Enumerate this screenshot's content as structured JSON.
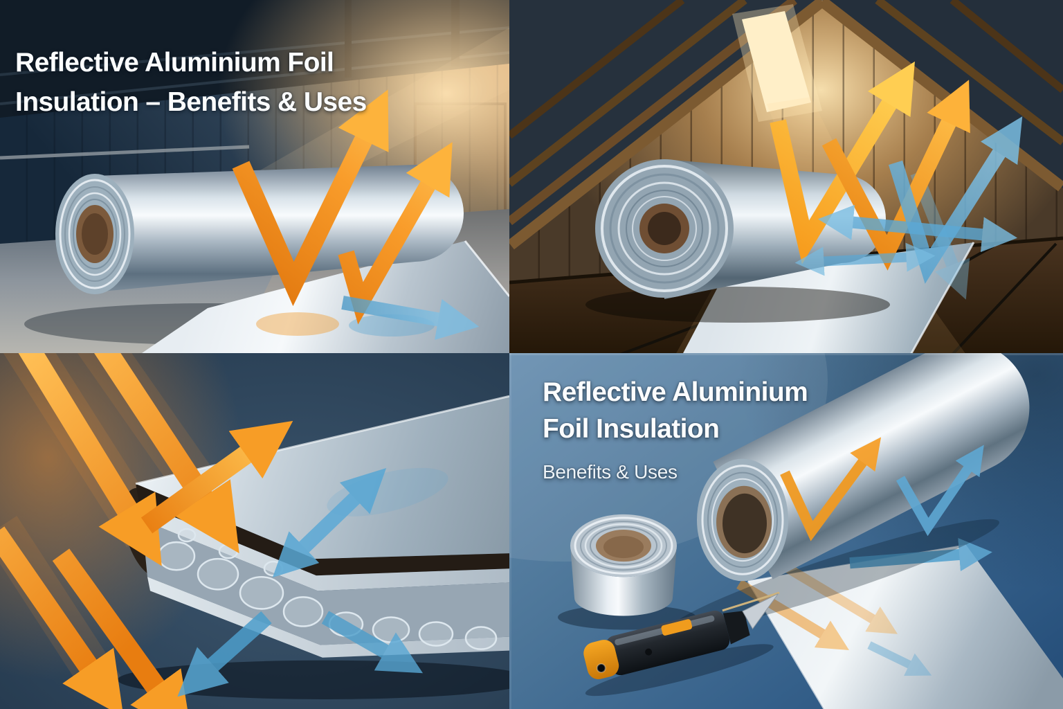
{
  "collage": {
    "panels": {
      "top_left": {
        "title_line1": "Reflective Aluminium Foil",
        "title_line2": "Insulation – Benefits & Uses"
      },
      "bottom_right": {
        "title_line1": "Reflective Aluminium",
        "title_line2": "Foil Insulation",
        "subtitle": "Benefits & Uses"
      }
    },
    "colors": {
      "heat_arrow_orange": "#F5941F",
      "heat_arrow_yellow": "#FFC851",
      "cool_arrow_blue": "#5FA8D3",
      "foil_silver": "#D9E2E9",
      "product_panel_blue": "#4D7396",
      "attic_wood_brown": "#6B4B28",
      "night_navy": "#22364A"
    }
  }
}
